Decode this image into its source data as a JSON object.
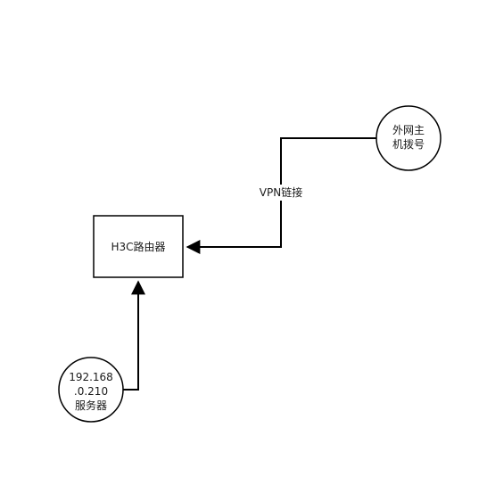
{
  "diagram": {
    "router": {
      "label": "H3C路由器"
    },
    "remote_host": {
      "lines": [
        "外网主",
        "机拨号"
      ]
    },
    "server": {
      "lines": [
        "192.168",
        ".0.210",
        "服务器"
      ]
    },
    "edges": {
      "vpn": {
        "label": "VPN链接"
      }
    }
  },
  "colors": {
    "stroke": "#000000",
    "text": "#1a1a1a",
    "background": "#ffffff"
  }
}
